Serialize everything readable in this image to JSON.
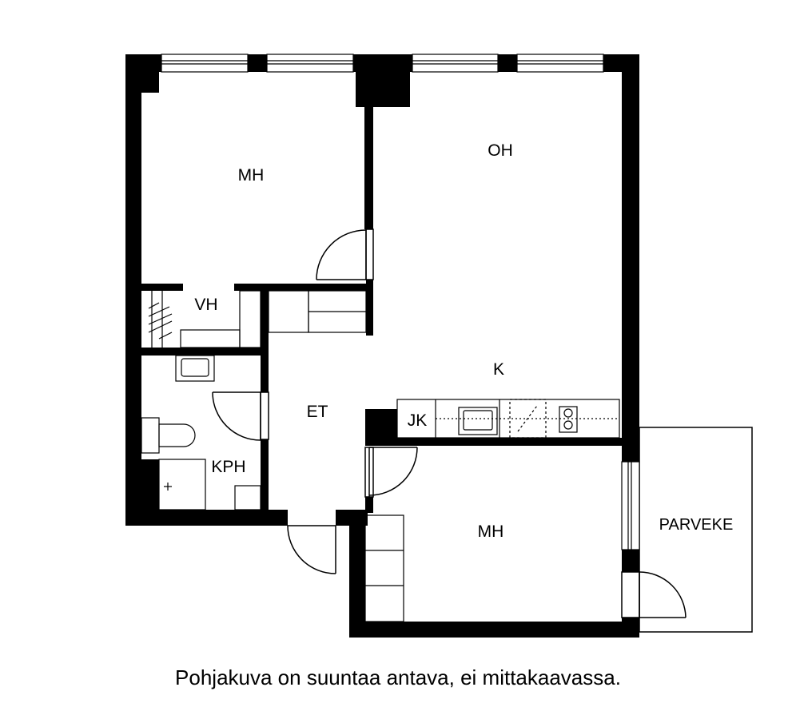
{
  "rooms": {
    "mh_top": "MH",
    "oh": "OH",
    "vh": "VH",
    "k": "K",
    "et": "ET",
    "jk": "JK",
    "kph": "KPH",
    "mh_bottom": "MH",
    "parveke": "PARVEKE"
  },
  "caption": "Pohjakuva on suuntaa antava, ei mittakaavassa."
}
